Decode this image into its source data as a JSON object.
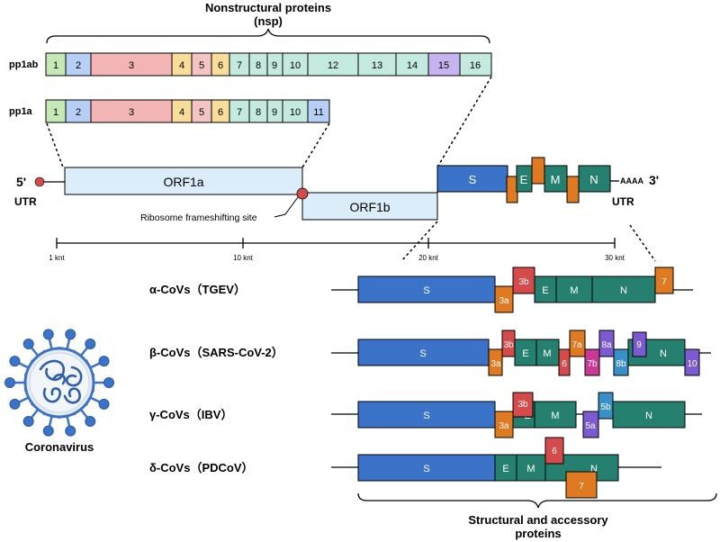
{
  "titles": {
    "nsp_line1": "Nonstructural proteins",
    "nsp_line2": "(nsp)",
    "structural_line1": "Structural and accessory",
    "structural_line2": "proteins"
  },
  "rows": {
    "pp1ab_label": "pp1ab",
    "pp1a_label": "pp1a"
  },
  "pp1ab_segments": [
    "1",
    "2",
    "3",
    "4",
    "5",
    "6",
    "7",
    "8",
    "9",
    "10",
    "12",
    "13",
    "14",
    "15",
    "16"
  ],
  "pp1a_segments": [
    "1",
    "2",
    "3",
    "4",
    "5",
    "6",
    "7",
    "8",
    "9",
    "10",
    "11"
  ],
  "genome": {
    "five_prime": "5'",
    "three_prime": "3'",
    "utr_left": "UTR",
    "utr_right": "UTR",
    "orf1a": "ORF1a",
    "orf1b": "ORF1b",
    "polyA": "AAAA",
    "frameshift_label": "Ribosome frameshifting site",
    "genes": [
      "S",
      "E",
      "M",
      "N"
    ]
  },
  "scale": {
    "ticks": [
      "1 knt",
      "10 knt",
      "20 knt",
      "30 knt"
    ]
  },
  "virus_label": "Coronavirus",
  "species": [
    {
      "label": "α-CoVs（TGEV）",
      "genes": [
        "S",
        "3a",
        "3b",
        "E",
        "M",
        "N",
        "7"
      ]
    },
    {
      "label": "β-CoVs（SARS-CoV-2）",
      "genes": [
        "S",
        "3a",
        "3b",
        "E",
        "M",
        "6",
        "7a",
        "7b",
        "8a",
        "8b",
        "9",
        "N",
        "10"
      ]
    },
    {
      "label": "γ-CoVs（IBV）",
      "genes": [
        "S",
        "3a",
        "3b",
        "E",
        "M",
        "5a",
        "5b",
        "N"
      ]
    },
    {
      "label": "δ-CoVs（PDCoV）",
      "genes": [
        "S",
        "E",
        "M",
        "6",
        "N",
        "7"
      ]
    }
  ],
  "colors": {
    "green": "#c5e8b7",
    "blue": "#b7cef5",
    "pink": "#f2b4b4",
    "yellow": "#f7dc9a",
    "light_red": "#f4c4c4",
    "teal_light": "#c4eadf",
    "purple": "#c6b4f0",
    "orf": "#dcedfa",
    "spike": "#3b73c9",
    "struct": "#26806f",
    "orange": "#e07a22",
    "red": "#d54a4a",
    "violet": "#7c5ad0",
    "magenta": "#c63a94",
    "cyan": "#3a90c6"
  }
}
